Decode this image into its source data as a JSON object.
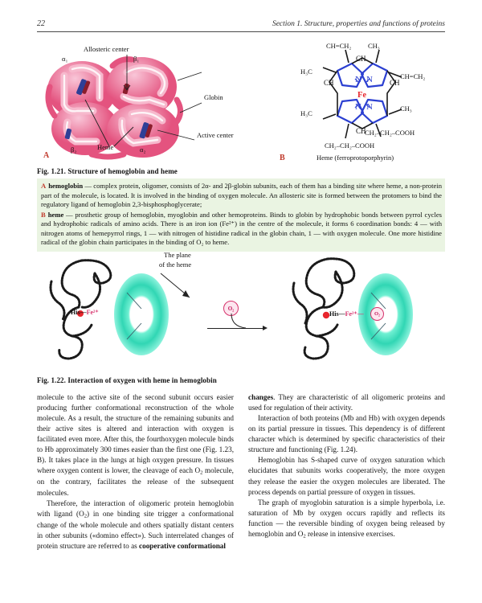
{
  "header": {
    "folio": "22",
    "section_title": "Section 1. Structure, properties and functions of proteins"
  },
  "figure_1_21": {
    "panel_a_letter": "A",
    "panel_b_letter": "B",
    "labels": {
      "allosteric_center": "Allosteric center",
      "alpha1": "α₁",
      "beta1": "β₁",
      "globin": "Globin",
      "active_center": "Active center",
      "heme": "Heme",
      "beta2": "β₂",
      "alpha2": "α₂"
    },
    "heme_structure": {
      "caption": "Heme (ferroprotoporphyrin)",
      "iron": "Fe",
      "nitrogen": "N",
      "top_left_group": "CH=CH₂",
      "top_right_group": "CH₃",
      "left_upper_group": "H₃C",
      "right_upper_group": "CH=CH₂",
      "left_lower_group": "H₃C",
      "right_lower_group": "CH₃",
      "bottom_left_chain": "CH₂–CH₂–COOH",
      "bottom_right_chain": "CH₂–CH₂–COOH",
      "methine_top": "CH",
      "methine_left": "CH",
      "methine_right": "CH",
      "methine_bottom": "CH"
    },
    "caption": "Fig. 1.21. Structure of hemoglobin and heme"
  },
  "infobox": {
    "item_a_marker": "A",
    "item_a_term": "hemoglobin",
    "item_a_text": " — complex protein, oligomer, consists of 2α- and 2β-globin subunits, each of them has a binding site where heme, a non-protein part of the molecule, is located. It is involved in the binding of oxygen molecule. An allosteric site is formed between the protomers to bind the regulatory ligand of hemoglobin 2,3-bisphosphoglycerate;",
    "item_b_marker": "B",
    "item_b_term": "heme",
    "item_b_text": " — prosthetic group of hemoglobin, myoglobin and other hemoproteins. Binds to globin by hydrophobic bonds between pyrrol cycles and hydrophobic radicals of amino acids. There is an iron ion (Fe²⁺) in the centre of the molecule, it forms 6 coordination bonds: 4 — with nitrogen atoms of hemepyrrol rings, 1 — with nitrogen of histidine radical in the globin chain, 1 — with oxygen molecule. One more histidine radical of the globin chain participates in the binding of O₂ to heme."
  },
  "figure_1_22": {
    "plane_label_line1": "The plane",
    "plane_label_line2": "of the heme",
    "left_complex": {
      "his": "His",
      "bond": "—",
      "fe": "Fe²⁺"
    },
    "oxygen_badge": "O₂",
    "right_complex": {
      "his": "His",
      "bond": "—",
      "fe": "Fe²⁺",
      "bond2": "—",
      "o2": "O₂"
    },
    "caption": "Fig. 1.22. Interaction of oxygen with heme in hemoglobin"
  },
  "body": {
    "left_column": [
      {
        "indent": false,
        "runs": [
          {
            "text": "molecule to the active site of the second subunit occurs easier producing further conformational reconstruction of the whole molecule. As a result, the structure of the remaining subunits and their active sites is altered and interaction with oxygen is facilitated even more. After this, the fourthoxygen molecule binds to Hb approximately 300 times easier than the first one (Fig. 1.23, B). It takes place in the lungs at high oxygen pressure. In tissues where oxygen content is lower, the cleavage of each O",
            "bold": false
          },
          {
            "text": "2",
            "bold": false,
            "sub": true
          },
          {
            "text": " molecule, on the contrary, facilitates the release of the subsequent molecules.",
            "bold": false
          }
        ]
      },
      {
        "indent": true,
        "runs": [
          {
            "text": "Therefore, the interaction of oligomeric protein hemoglobin with ligand (O",
            "bold": false
          },
          {
            "text": "2",
            "bold": false,
            "sub": true
          },
          {
            "text": ") in one binding site trigger a conformational change of the whole molecule and others spatially distant centers in other subunits («domino effect»). Such interrelated changes of protein structure are referred to as ",
            "bold": false
          },
          {
            "text": "cooperative conformational",
            "bold": true
          }
        ]
      }
    ],
    "right_column": [
      {
        "indent": false,
        "runs": [
          {
            "text": "changes",
            "bold": true
          },
          {
            "text": ". They are characteristic of all oligomeric proteins and used for regulation of their activity.",
            "bold": false
          }
        ]
      },
      {
        "indent": true,
        "runs": [
          {
            "text": "Interaction of both proteins (Mb and Hb) with oxygen depends on its partial pressure in tissues. This dependency is of different character which is determined by specific characteristics of their structure and functioning (Fig. 1.24).",
            "bold": false
          }
        ]
      },
      {
        "indent": true,
        "runs": [
          {
            "text": "Hemoglobin has S-shaped curve of oxygen saturation which elucidates that subunits works cooperatively, the more oxygen they release the easier the oxygen molecules are liberated. The process depends on partial pressure of oxygen in tissues.",
            "bold": false
          }
        ]
      },
      {
        "indent": true,
        "runs": [
          {
            "text": "The graph of myoglobin saturation is a simple hyperbola, i.e. saturation of Mb by oxygen occurs rapidly and reflects its function — the reversible binding of oxygen being released by hemoglobin and O",
            "bold": false
          },
          {
            "text": "2",
            "bold": false,
            "sub": true
          },
          {
            "text": " release in intensive exercises.",
            "bold": false
          }
        ]
      }
    ]
  },
  "colors": {
    "infobox_bg": "#eaf4e2",
    "accent_red": "#c0392b",
    "heme_teal": "#31d6b4",
    "fe_pink": "#d6336c",
    "porphyrin_blue": "#2b3fd1",
    "globin_pink": "#f4a7c0",
    "globin_crimson": "#e8517f"
  }
}
